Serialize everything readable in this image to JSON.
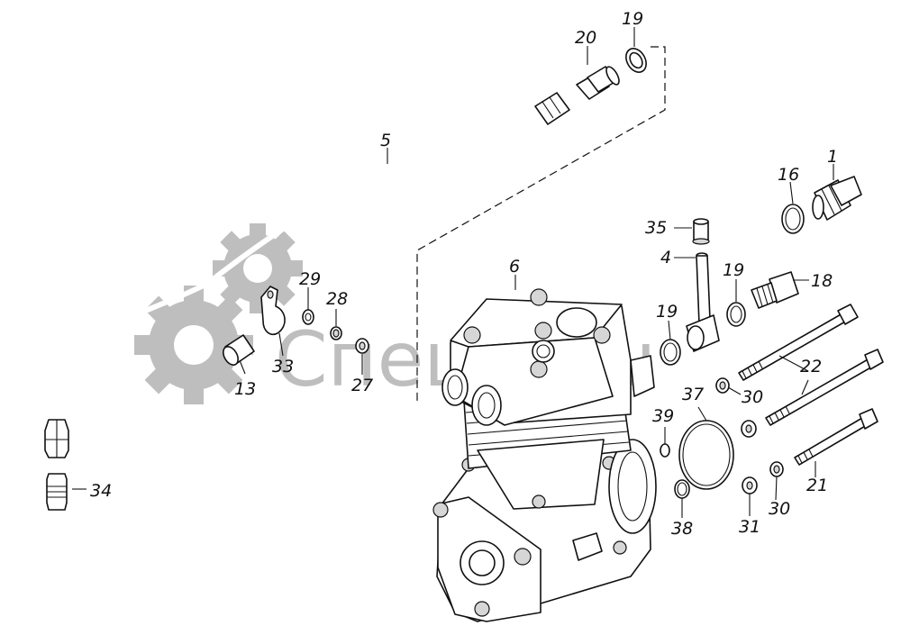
{
  "watermark": {
    "text": "СпецМаш",
    "color": "#8a8a8a"
  },
  "callouts": [
    {
      "id": "c-1",
      "text": "1"
    },
    {
      "id": "c-4",
      "text": "4"
    },
    {
      "id": "c-5",
      "text": "5"
    },
    {
      "id": "c-6",
      "text": "6"
    },
    {
      "id": "c-13",
      "text": "13"
    },
    {
      "id": "c-16",
      "text": "16"
    },
    {
      "id": "c-18",
      "text": "18"
    },
    {
      "id": "c-19a",
      "text": "19"
    },
    {
      "id": "c-19b",
      "text": "19"
    },
    {
      "id": "c-19c",
      "text": "19"
    },
    {
      "id": "c-20",
      "text": "20"
    },
    {
      "id": "c-21",
      "text": "21"
    },
    {
      "id": "c-22",
      "text": "22"
    },
    {
      "id": "c-27",
      "text": "27"
    },
    {
      "id": "c-28",
      "text": "28"
    },
    {
      "id": "c-29",
      "text": "29"
    },
    {
      "id": "c-30a",
      "text": "30"
    },
    {
      "id": "c-30b",
      "text": "30"
    },
    {
      "id": "c-31",
      "text": "31"
    },
    {
      "id": "c-33",
      "text": "33"
    },
    {
      "id": "c-34",
      "text": "34"
    },
    {
      "id": "c-35",
      "text": "35"
    },
    {
      "id": "c-37",
      "text": "37"
    },
    {
      "id": "c-38",
      "text": "38"
    },
    {
      "id": "c-39",
      "text": "39"
    }
  ]
}
